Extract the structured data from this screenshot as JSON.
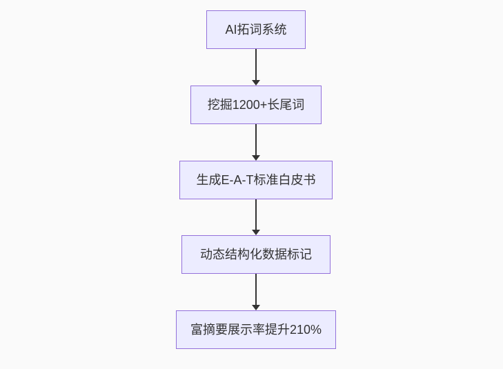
{
  "canvas": {
    "background_color": "#fafafa",
    "node_fill_color": "#ececff",
    "node_border_color": "#9370db",
    "edge_color": "#333333",
    "text_color": "#333333"
  },
  "flowchart": {
    "direction": "top-down",
    "nodes": [
      {
        "label": "AI拓词系统"
      },
      {
        "label": "挖掘1200+长尾词"
      },
      {
        "label": "生成E-A-T标准白皮书"
      },
      {
        "label": "动态结构化数据标记"
      },
      {
        "label": "富摘要展示率提升210%"
      }
    ],
    "edges": [
      {
        "from": 0,
        "to": 1
      },
      {
        "from": 1,
        "to": 2
      },
      {
        "from": 2,
        "to": 3
      },
      {
        "from": 3,
        "to": 4
      }
    ]
  }
}
